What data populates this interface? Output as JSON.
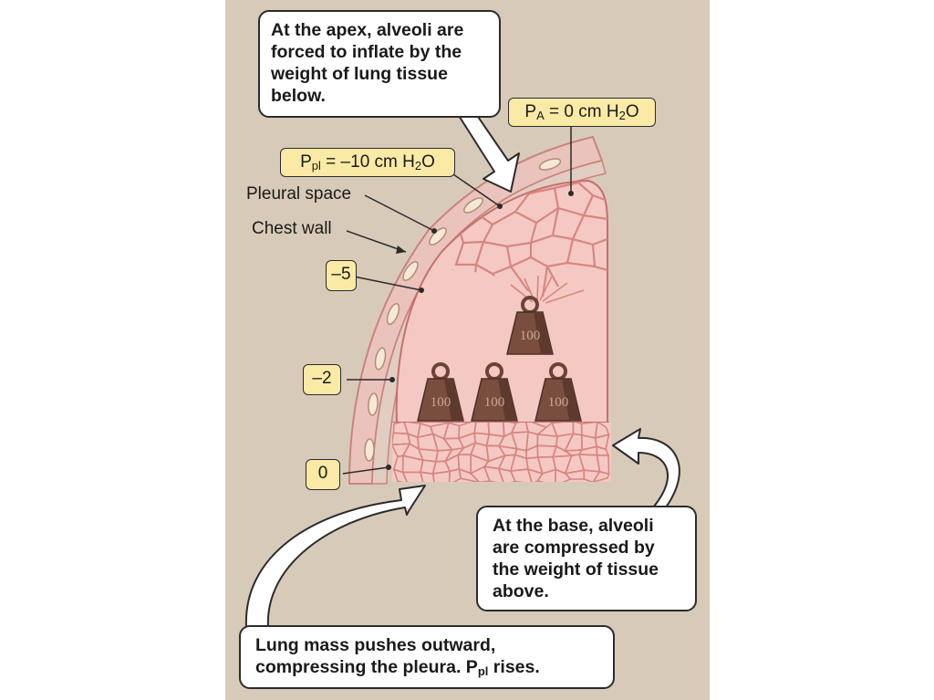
{
  "callouts": {
    "apex": "At the apex, alveoli are forced to inflate by the weight of lung tissue below.",
    "base": "At the base, alveoli are compressed by the weight of tissue above.",
    "mass_line1": "Lung mass pushes outward,",
    "mass_line2": "compressing the pleura. P",
    "mass_sub": "pl",
    "mass_end": " rises."
  },
  "labels": {
    "pa_main": "P",
    "pa_sub": "A",
    "pa_eq": " = 0 cm H",
    "pa_sub2": "2",
    "pa_end": "O",
    "ppl_main": "P",
    "ppl_sub": "pl",
    "ppl_eq": " = –10 cm H",
    "ppl_sub2": "2",
    "ppl_end": "O",
    "pleural_space": "Pleural space",
    "chest_wall": "Chest wall",
    "p_minus5": "–5",
    "p_minus2": "–2",
    "p_zero": "0"
  },
  "weights": {
    "label": "100"
  },
  "colors": {
    "background": "#d8cab9",
    "lung": "#f4c9c4",
    "alveoli_lines": "#d9857f",
    "chest_wall": "#eac3bd",
    "weight": "#7a4e3e",
    "tag": "#fbeaa5"
  }
}
